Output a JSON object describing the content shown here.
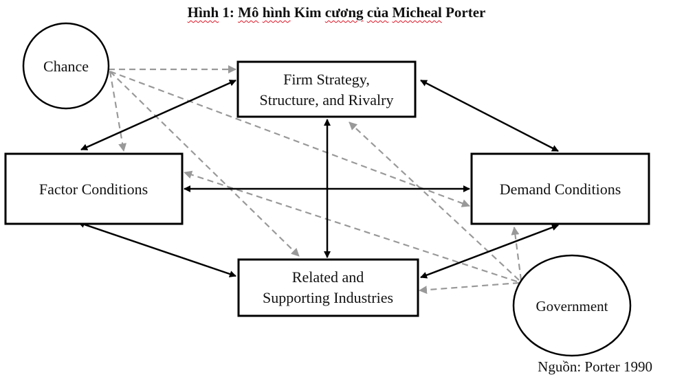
{
  "title": {
    "words": [
      "Hình",
      "1:",
      "Mô",
      "hình",
      "Kim",
      "cương",
      "của",
      "Micheal",
      "Porter"
    ],
    "text": "Hình 1: Mô hình Kim cương của Micheal Porter",
    "spellcheck_underlined": [
      "Hình",
      "Mô",
      "hình",
      "cương",
      "của",
      "Micheal"
    ]
  },
  "nodes": {
    "chance": {
      "label": "Chance",
      "shape": "circle"
    },
    "firm": {
      "label_lines": [
        "Firm Strategy,",
        "Structure, and Rivalry"
      ],
      "shape": "box"
    },
    "factor": {
      "label": "Factor Conditions",
      "shape": "box"
    },
    "demand": {
      "label": "Demand Conditions",
      "shape": "box"
    },
    "related": {
      "label_lines": [
        "Related and",
        "Supporting Industries"
      ],
      "shape": "box"
    },
    "government": {
      "label": "Government",
      "shape": "ellipse"
    }
  },
  "edges": {
    "solid_bidirectional": [
      [
        "factor",
        "firm"
      ],
      [
        "firm",
        "demand"
      ],
      [
        "factor",
        "demand"
      ],
      [
        "firm",
        "related"
      ],
      [
        "factor",
        "related"
      ],
      [
        "demand",
        "related"
      ]
    ],
    "dashed_influence": [
      [
        "chance",
        "firm"
      ],
      [
        "chance",
        "factor"
      ],
      [
        "chance",
        "demand"
      ],
      [
        "chance",
        "related"
      ],
      [
        "government",
        "firm"
      ],
      [
        "government",
        "factor"
      ],
      [
        "government",
        "demand"
      ],
      [
        "government",
        "related"
      ]
    ]
  },
  "colors": {
    "solid": "#000000",
    "dashed": "#999999",
    "spellcheck": "#dd1122"
  },
  "source": "Nguồn: Porter 1990"
}
